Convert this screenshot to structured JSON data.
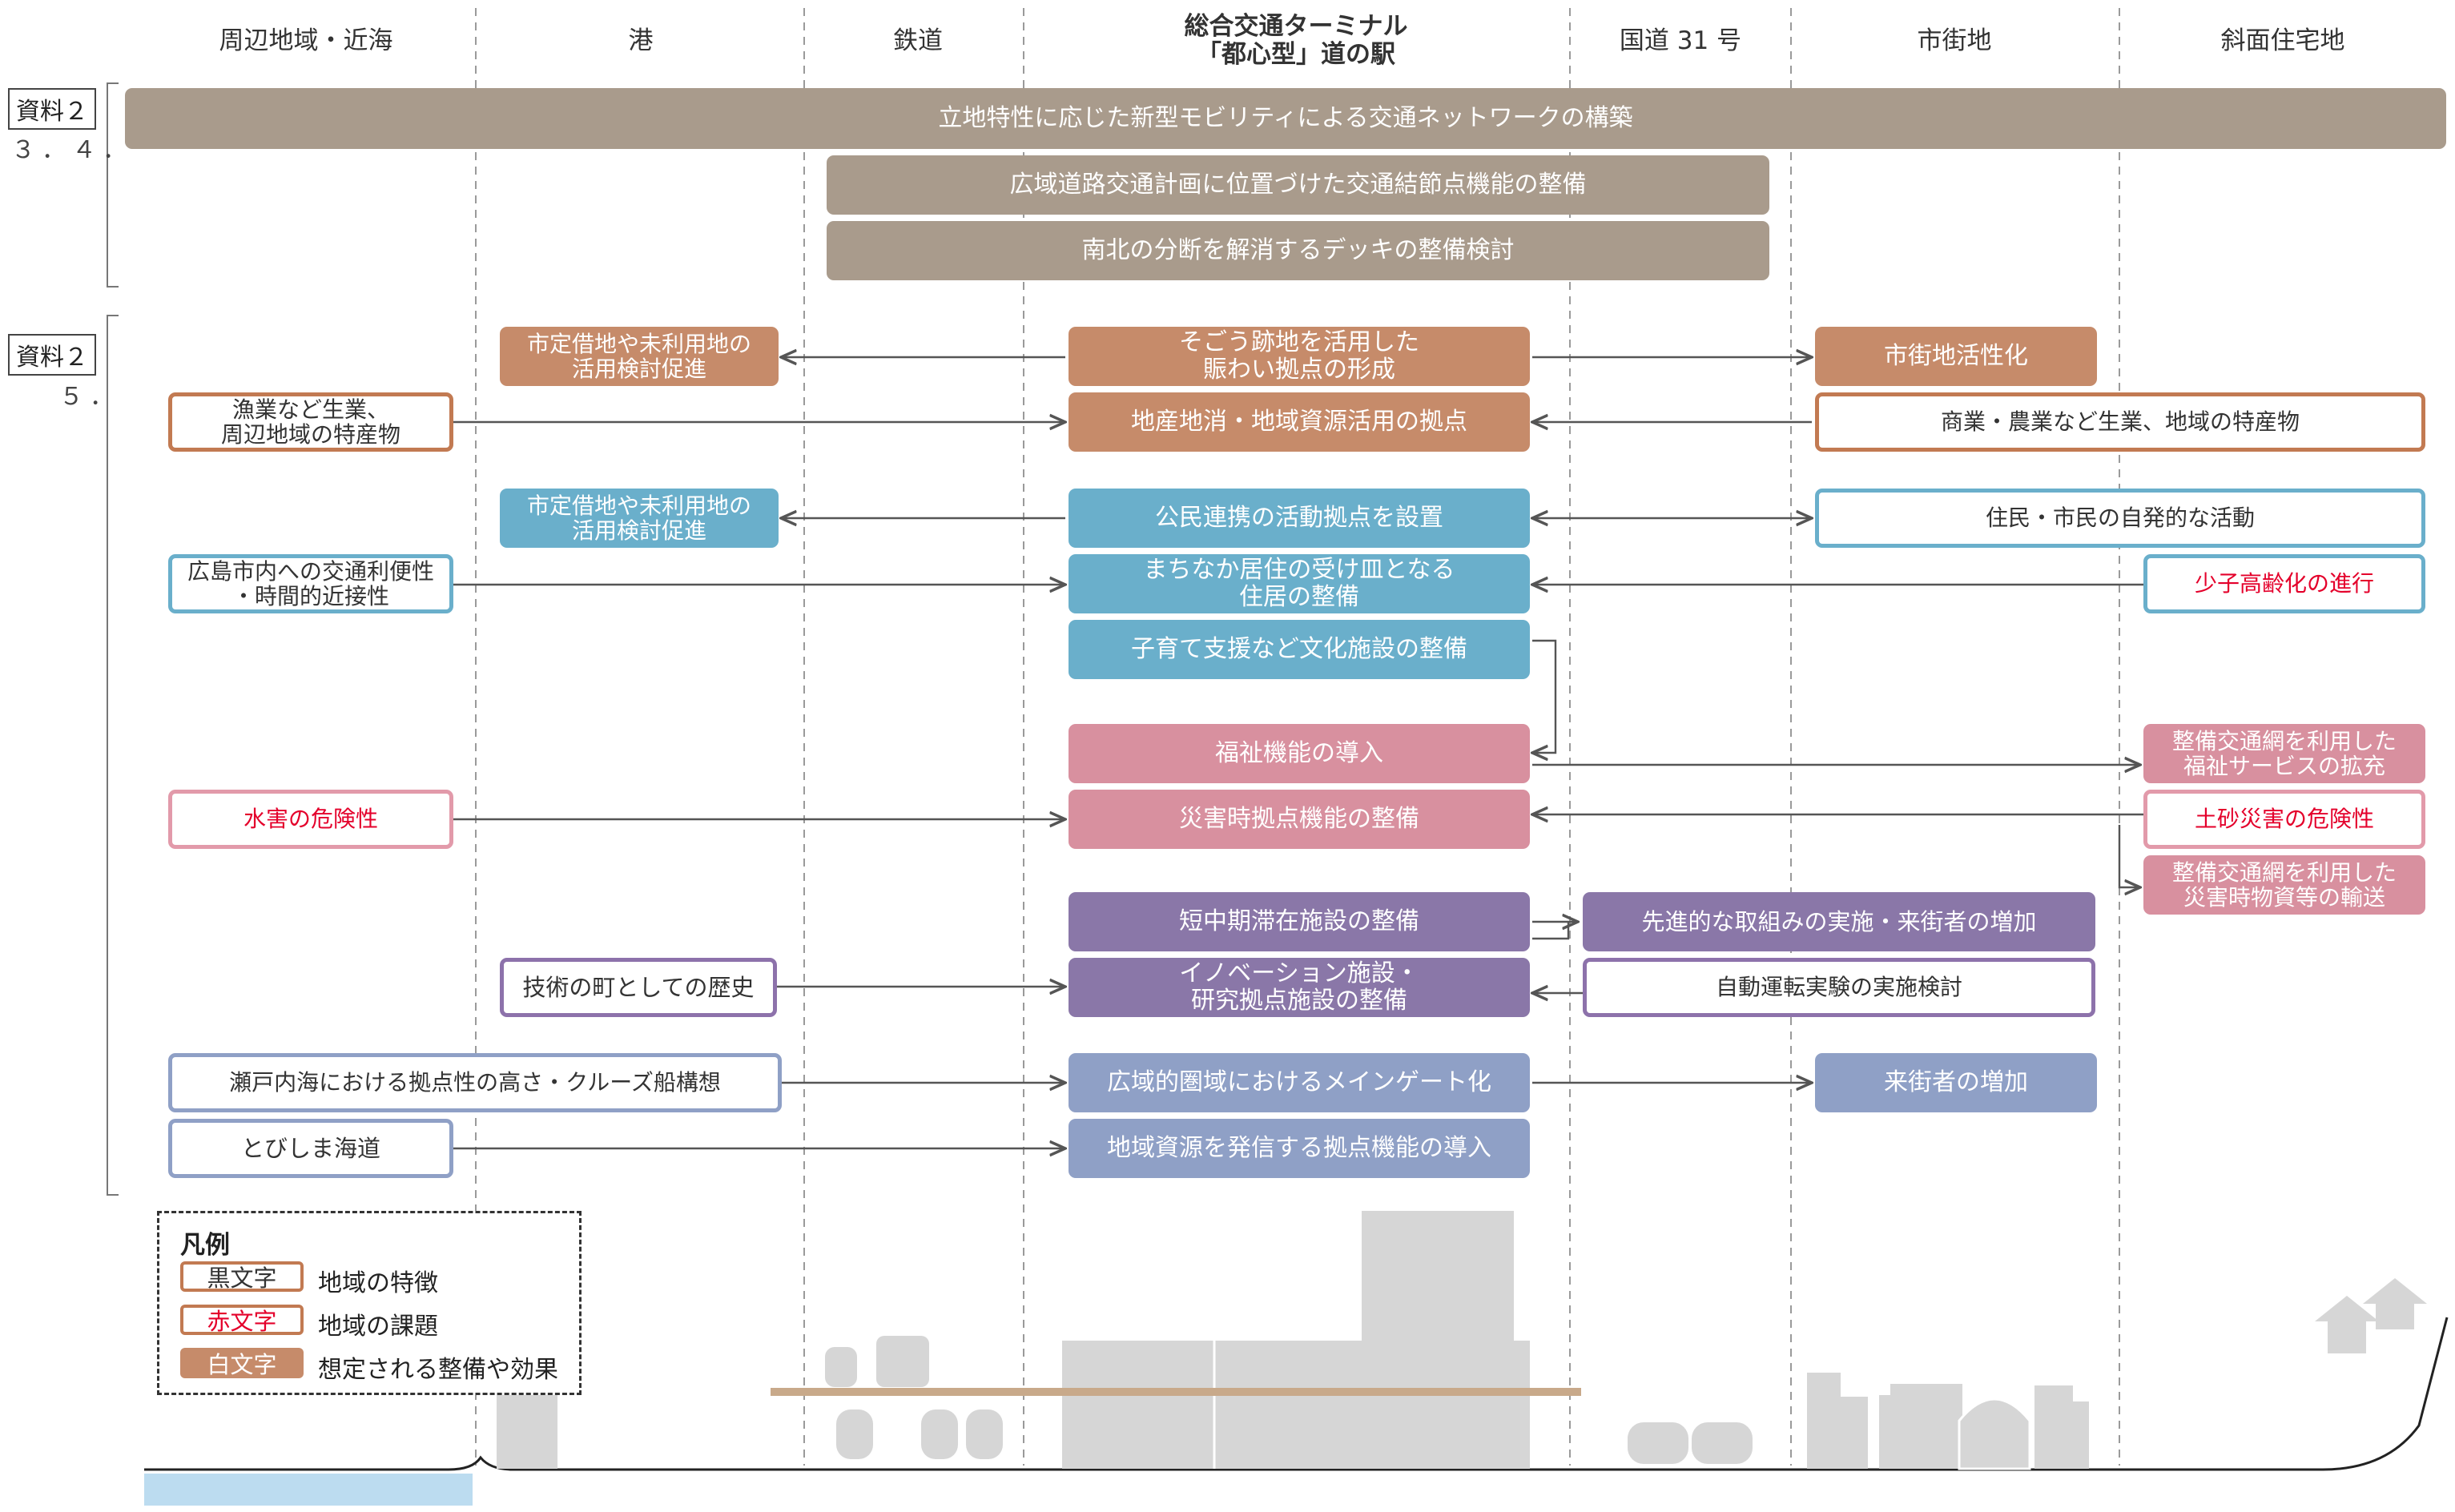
{
  "columns": [
    "周辺地域・近海",
    "港",
    "鉄道",
    "総合交通ターミナル\n「都心型」道の駅",
    "国道 31 号",
    "市街地",
    "斜面住宅地"
  ],
  "section_tags": [
    {
      "label": "資料２",
      "sub": "３．４．"
    },
    {
      "label": "資料２",
      "sub": "５．"
    }
  ],
  "top_bars": {
    "network": "立地特性に応じた新型モビリティによる交通ネットワークの構築",
    "node": "広域道路交通計画に位置づけた交通結節点機能の整備",
    "deck": "南北の分断を解消するデッキの整備検討"
  },
  "boxes": {
    "port_idle_1": "市定借地や未利用地の\n活用検討促進",
    "sogo_site": "そごう跡地を活用した\n賑わい拠点の形成",
    "city_activation": "市街地活性化",
    "fishery": "漁業など生業、\n周辺地域の特産物",
    "local_production": "地産地消・地域資源活用の拠点",
    "commerce_agri": "商業・農業など生業、地域の特産物",
    "port_idle_2": "市定借地や未利用地の\n活用検討促進",
    "public_private": "公民連携の活動拠点を設置",
    "citizen_activity": "住民・市民の自発的な活動",
    "hiroshima_access": "広島市内への交通利便性\n・時間的近接性",
    "housing": "まちなか居住の受け皿となる\n住居の整備",
    "aging": "少子高齢化の進行",
    "childcare": "子育て支援など文化施設の整備",
    "welfare": "福祉機能の導入",
    "welfare_service": "整備交通網を利用した\n福祉サービスの拡充",
    "flood": "水害の危険性",
    "disaster_base": "災害時拠点機能の整備",
    "landslide": "土砂災害の危険性",
    "disaster_transport": "整備交通網を利用した\n災害時物資等の輸送",
    "mid_stay": "短中期滞在施設の整備",
    "advanced": "先進的な取組みの実施・来街者の増加",
    "tech_history": "技術の町としての歴史",
    "innovation": "イノベーション施設・\n研究拠点施設の整備",
    "autonomous": "自動運転実験の実施検討",
    "setouchi": "瀬戸内海における拠点性の高さ・クルーズ船構想",
    "gateway": "広域的圏域におけるメインゲート化",
    "visitors": "来街者の増加",
    "tobishima": "とびしま海道",
    "local_resources": "地域資源を発信する拠点機能の導入"
  },
  "legend": {
    "title": "凡例",
    "items": [
      {
        "swatch": "黒文字",
        "desc": "地域の特徴"
      },
      {
        "swatch": "赤文字",
        "desc": "地域の課題"
      },
      {
        "swatch": "白文字",
        "desc": "想定される整備や効果"
      }
    ]
  },
  "colors": {
    "brown": "#c68b6a",
    "taupe": "#a99b8c",
    "blue": "#6aafcb",
    "pink": "#d8909f",
    "purple": "#8a77a8",
    "slate": "#8fa0c6",
    "red_text": "#e4002b",
    "sea": "#bcdcf0",
    "building": "#d6d6d6",
    "deck": "#c8a98a"
  }
}
